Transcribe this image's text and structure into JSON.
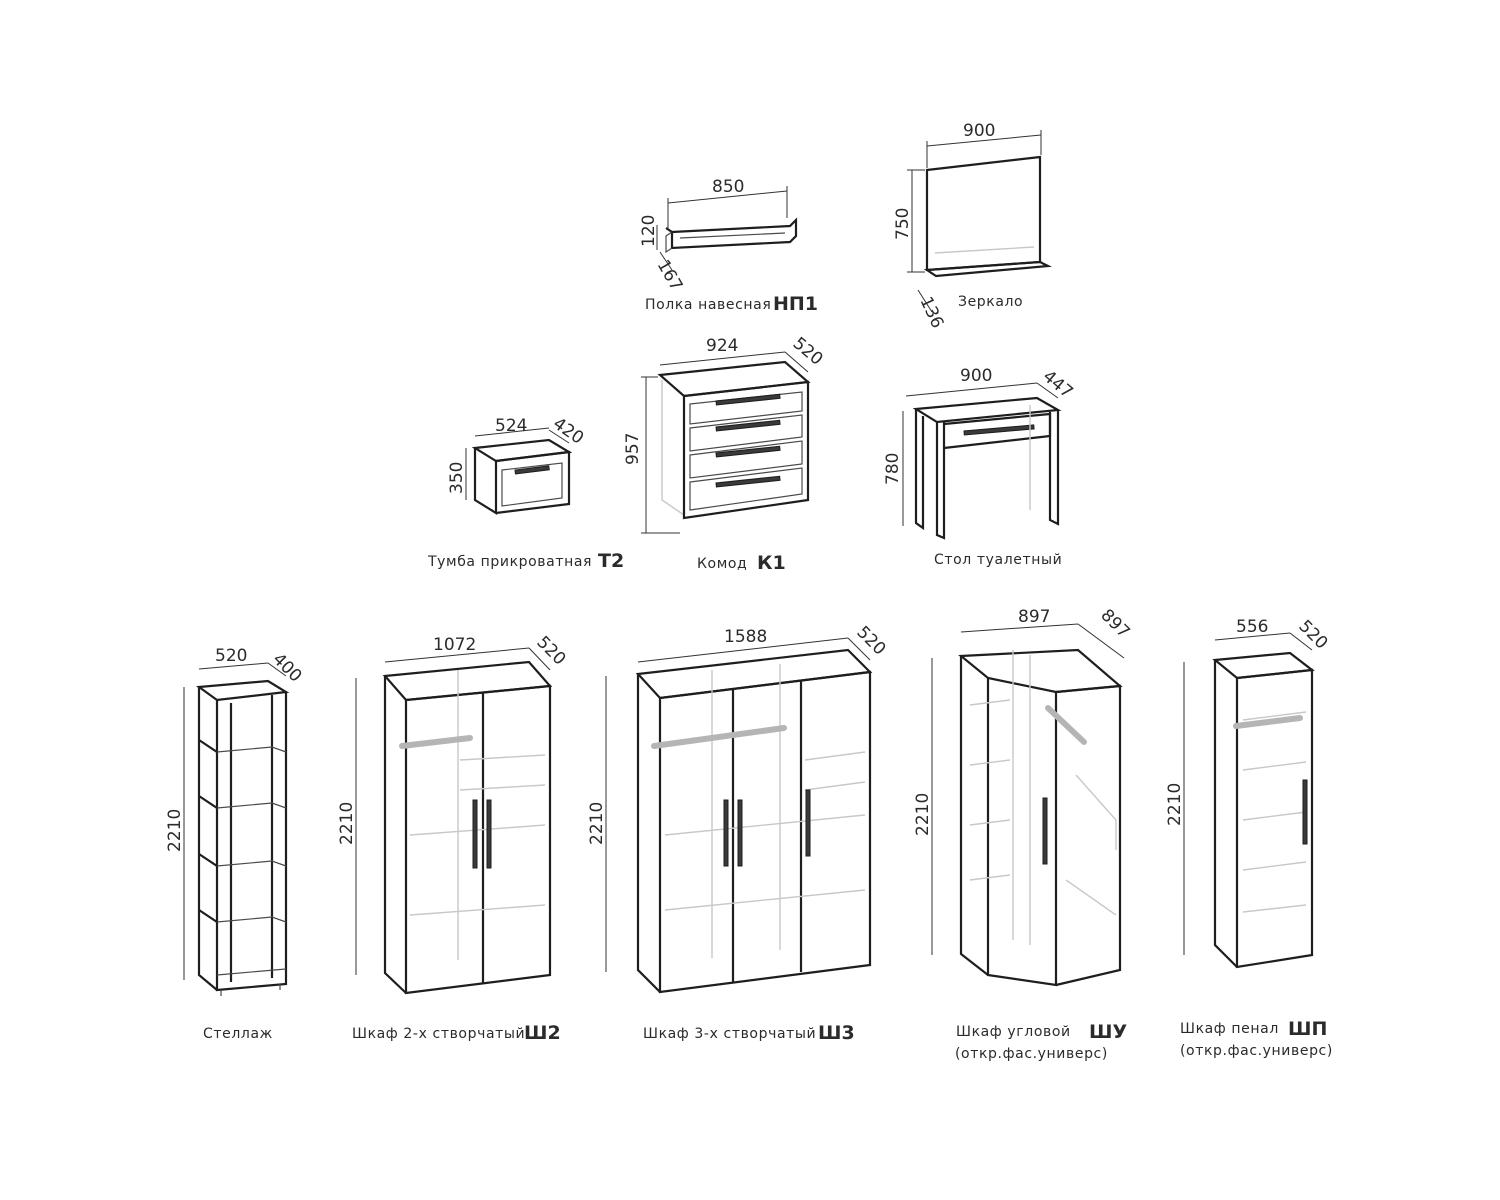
{
  "items": [
    {
      "id": "np1",
      "caption": "Полка навесная",
      "code": "НП1",
      "dims": {
        "width": "850",
        "height": "120",
        "depth": "167"
      }
    },
    {
      "id": "mirror",
      "caption": "Зеркало",
      "code": "",
      "dims": {
        "width": "900",
        "height": "750",
        "depth": "136"
      }
    },
    {
      "id": "t2",
      "caption": "Тумба прикроватная",
      "code": "Т2",
      "dims": {
        "width": "524",
        "height": "350",
        "depth": "420"
      }
    },
    {
      "id": "k1",
      "caption": "Комод",
      "code": "К1",
      "dims": {
        "width": "924",
        "height": "957",
        "depth": "520"
      }
    },
    {
      "id": "table",
      "caption": "Стол туалетный",
      "code": "",
      "dims": {
        "width": "900",
        "height": "780",
        "depth": "447"
      }
    },
    {
      "id": "shelving",
      "caption": "Стеллаж",
      "code": "",
      "dims": {
        "width": "520",
        "height": "2210",
        "depth": "400"
      }
    },
    {
      "id": "sh2",
      "caption": "Шкаф 2-х створчатый",
      "code": "Ш2",
      "dims": {
        "width": "1072",
        "height": "2210",
        "depth": "520"
      }
    },
    {
      "id": "sh3",
      "caption": "Шкаф 3-х створчатый",
      "code": "Ш3",
      "dims": {
        "width": "1588",
        "height": "2210",
        "depth": "520"
      }
    },
    {
      "id": "shu",
      "caption": "Шкаф угловой",
      "code": "ШУ",
      "subcaption": "(откр.фас.универс)",
      "dims": {
        "width": "897",
        "height": "2210",
        "depth": "897"
      }
    },
    {
      "id": "shp",
      "caption": "Шкаф пенал",
      "code": "ШП",
      "subcaption": "(откр.фас.универс)",
      "dims": {
        "width": "556",
        "height": "2210",
        "depth": "520"
      }
    }
  ]
}
